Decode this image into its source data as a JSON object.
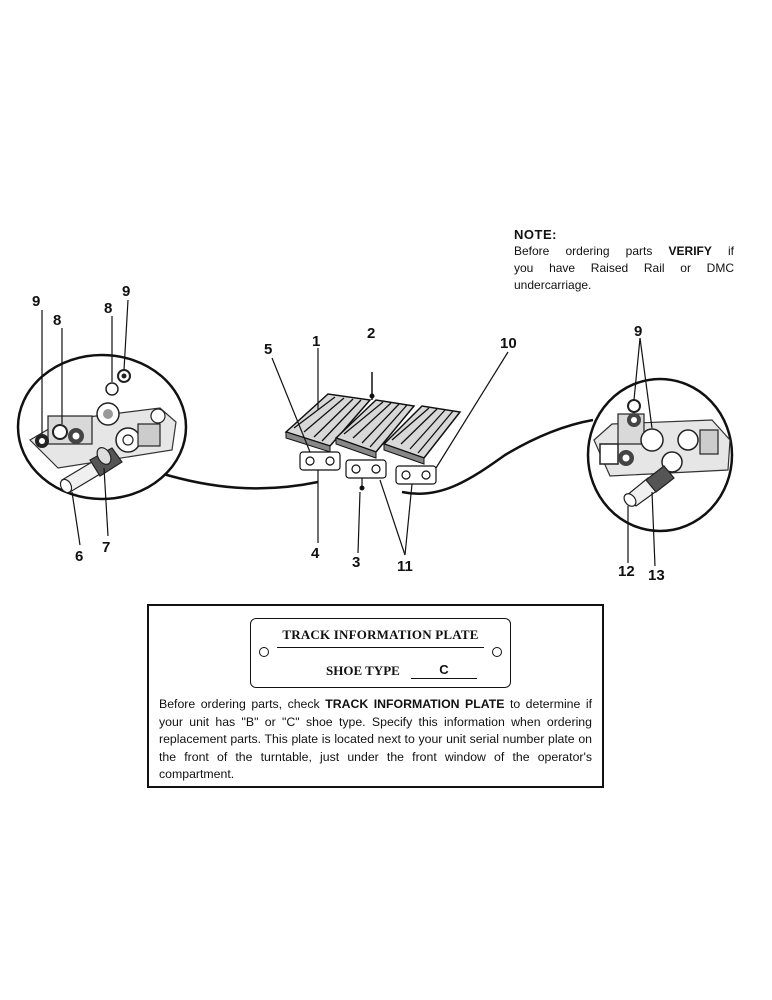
{
  "note": {
    "title": "NOTE:",
    "line1_pre": "Before ordering parts",
    "line1_emph": "VERIFY",
    "line1_post": "if",
    "line2": "you have Raised Rail or DMC",
    "line3": "undercarriage."
  },
  "callouts": {
    "c1": "1",
    "c2": "2",
    "c3": "3",
    "c4": "4",
    "c5": "5",
    "c6": "6",
    "c7": "7",
    "c8a": "8",
    "c8b": "8",
    "c9a": "9",
    "c9b": "9",
    "c9c": "9",
    "c10": "10",
    "c11": "11",
    "c12": "12",
    "c13": "13"
  },
  "plate": {
    "title": "TRACK INFORMATION PLATE",
    "shoe_label": "SHOE TYPE",
    "shoe_value": "C"
  },
  "info": {
    "pre": "Before ordering parts, check",
    "emph": "TRACK INFORMATION PLATE",
    "post": "to determine if your unit has \"B\" or \"C\" shoe type. Specify this information when ordering replacement parts. This plate is located next to your unit serial number plate on the front of the turntable, just under the front window of the operator's compartment."
  }
}
